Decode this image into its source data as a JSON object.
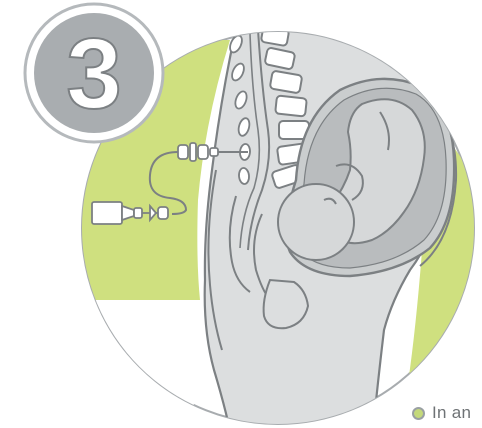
{
  "step_badge": {
    "number": "3"
  },
  "caption": {
    "text": "In an"
  },
  "colors": {
    "accent_green": "#cfe07f",
    "badge_gray": "#a9adb0",
    "badge_ring": "#b5b9bc",
    "body_gray": "#dcdedf",
    "outline": "#7c8083",
    "white": "#ffffff"
  },
  "icons": [
    "step-number-badge",
    "syringe-icon",
    "epidural-catheter-icon",
    "fetus-illustration"
  ]
}
